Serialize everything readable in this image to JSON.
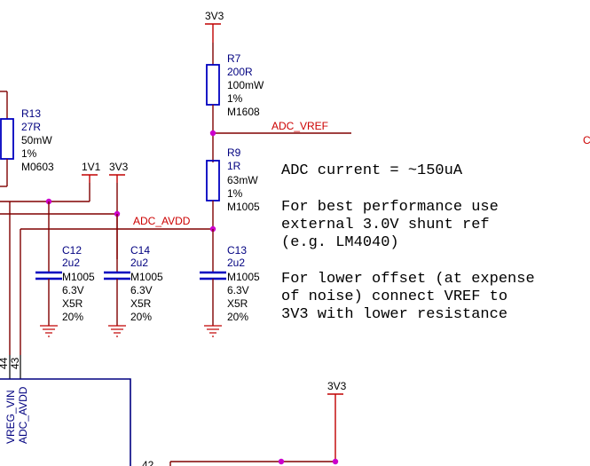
{
  "power": {
    "v3v3_top": "3V3",
    "v1v1": "1V1",
    "v3v3_mid": "3V3",
    "v3v3_bottom": "3V3"
  },
  "nets": {
    "adc_vref": "ADC_VREF",
    "adc_avdd": "ADC_AVDD",
    "offpage_partial": "C"
  },
  "resistors": {
    "r7": {
      "ref": "R7",
      "value": "200R",
      "power": "100mW",
      "tol": "1%",
      "pkg": "M1608"
    },
    "r9": {
      "ref": "R9",
      "value": "1R",
      "power": "63mW",
      "tol": "1%",
      "pkg": "M1005"
    },
    "r13": {
      "ref": "R13",
      "value": "27R",
      "power": "50mW",
      "tol": "1%",
      "pkg": "M0603"
    }
  },
  "capacitors": {
    "c12": {
      "ref": "C12",
      "value": "2u2",
      "pkg": "M1005",
      "voltage": "6.3V",
      "dielectric": "X5R",
      "tol": "20%"
    },
    "c14": {
      "ref": "C14",
      "value": "2u2",
      "pkg": "M1005",
      "voltage": "6.3V",
      "dielectric": "X5R",
      "tol": "20%"
    },
    "c13": {
      "ref": "C13",
      "value": "2u2",
      "pkg": "M1005",
      "voltage": "6.3V",
      "dielectric": "X5R",
      "tol": "20%"
    }
  },
  "notes": {
    "line1": "ADC current = ~150uA",
    "line2": "For best performance use",
    "line3": "external 3.0V shunt ref",
    "line4": "(e.g. LM4040)",
    "line5": "For lower offset (at expense",
    "line6": "of noise) connect VREF to",
    "line7": "3V3 with lower resistance"
  },
  "ic": {
    "pin44": "44",
    "pin43": "43",
    "pin42": "42",
    "pin_vreg_vin": "VREG_VIN",
    "pin_adc_avdd": "ADC_AVDD"
  }
}
